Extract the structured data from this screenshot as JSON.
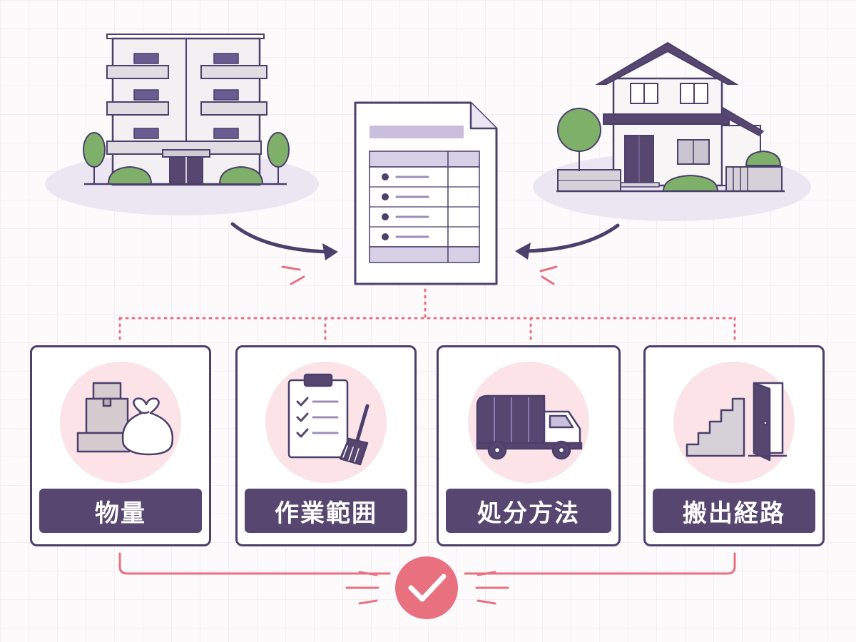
{
  "steps": [
    {
      "label": "物量",
      "icon": "boxes-and-garbage-bag-icon"
    },
    {
      "label": "作業範囲",
      "icon": "clipboard-checklist-broom-icon"
    },
    {
      "label": "処分方法",
      "icon": "garbage-truck-icon"
    },
    {
      "label": "搬出経路",
      "icon": "stairs-door-icon"
    }
  ],
  "icons": {
    "left_building": "apartment-building-icon",
    "right_building": "house-icon",
    "center_document": "checklist-document-icon",
    "result": "checkmark-icon"
  },
  "colors": {
    "primary": "#4b3f6b",
    "label_bg": "#57466f",
    "accent": "#e8707f",
    "circle_bg": "#fbe3e8",
    "ground": "#ece6f3"
  }
}
